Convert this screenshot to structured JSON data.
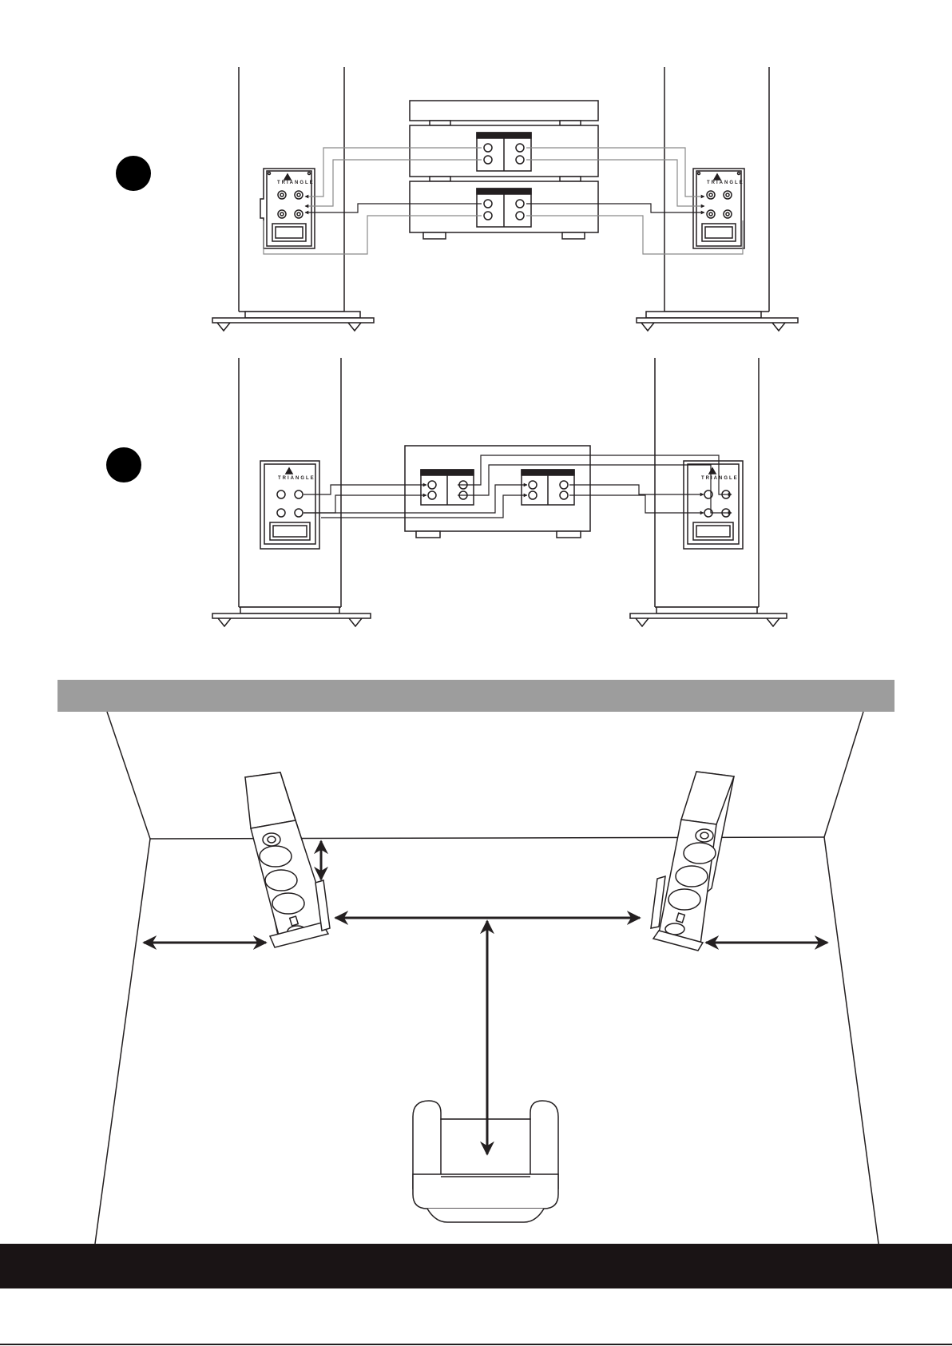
{
  "brand_label": "TRIANGLE",
  "colors": {
    "line": "#231f20",
    "cable_gray": "#8a8a8a",
    "section_band": "#9d9d9d",
    "footer_band": "#1a1415",
    "background": "#ffffff"
  },
  "figures": [
    {
      "id": "bi-amplification-wiring",
      "marker_icon": "filled-circle-icon"
    },
    {
      "id": "bi-wiring",
      "marker_icon": "filled-circle-icon"
    }
  ],
  "placement": {
    "icons": [
      "double-headed-arrow-icon",
      "armchair-icon",
      "floorstanding-speaker-icon"
    ]
  }
}
